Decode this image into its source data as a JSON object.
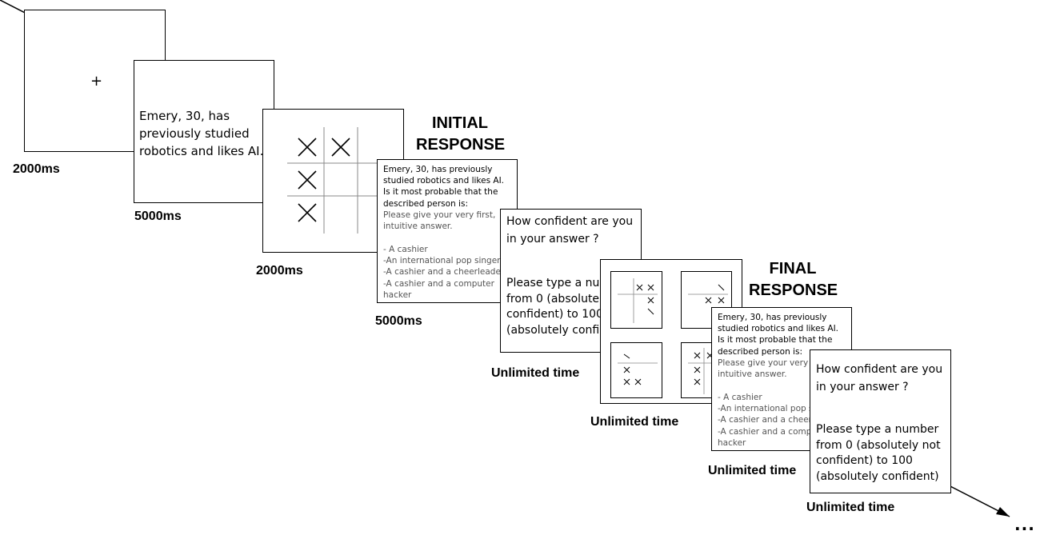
{
  "fixation": {
    "symbol": "+",
    "duration": "2000ms"
  },
  "vignette": {
    "text": "Emery, 30, has\npreviously studied\nrobotics and likes AI.",
    "duration": "5000ms"
  },
  "load_pattern_1": {
    "duration": "2000ms"
  },
  "initial_response": {
    "heading": "INITIAL\nRESPONSE",
    "question": "Emery, 30, has previously\nstudied robotics and likes AI.\nIs it most probable that the\ndescribed person is:",
    "instruction": "Please give your very first,\nintuitive answer.",
    "options": "- A cashier\n-An international pop singer\n-A cashier and a cheerleader\n-A cashier and a computer\nhacker",
    "duration": "5000ms"
  },
  "confidence_1": {
    "question": "How confident are you\nin your answer ?",
    "prompt": "Please type a number\nfrom 0 (absolutely not\nconfident) to 100\n(absolutely confident)",
    "duration": "Unlimited time"
  },
  "load_recall": {
    "duration": "Unlimited time"
  },
  "final_response": {
    "heading": "FINAL\nRESPONSE",
    "question": "Emery, 30, has previously\nstudied robotics and likes AI.\nIs it most probable that the\ndescribed person is:",
    "instruction": "Please give your very first,\nintuitive answer.",
    "options": "- A cashier\n-An international pop singer\n-A cashier and a cheerleader\n-A cashier and a computer\nhacker",
    "duration": "Unlimited time"
  },
  "confidence_2": {
    "question": "How confident are you\nin your answer ?",
    "prompt": "Please type a number\nfrom 0 (absolutely not\nconfident) to 100\n(absolutely confident)",
    "duration": "Unlimited time"
  },
  "continuation": "..."
}
